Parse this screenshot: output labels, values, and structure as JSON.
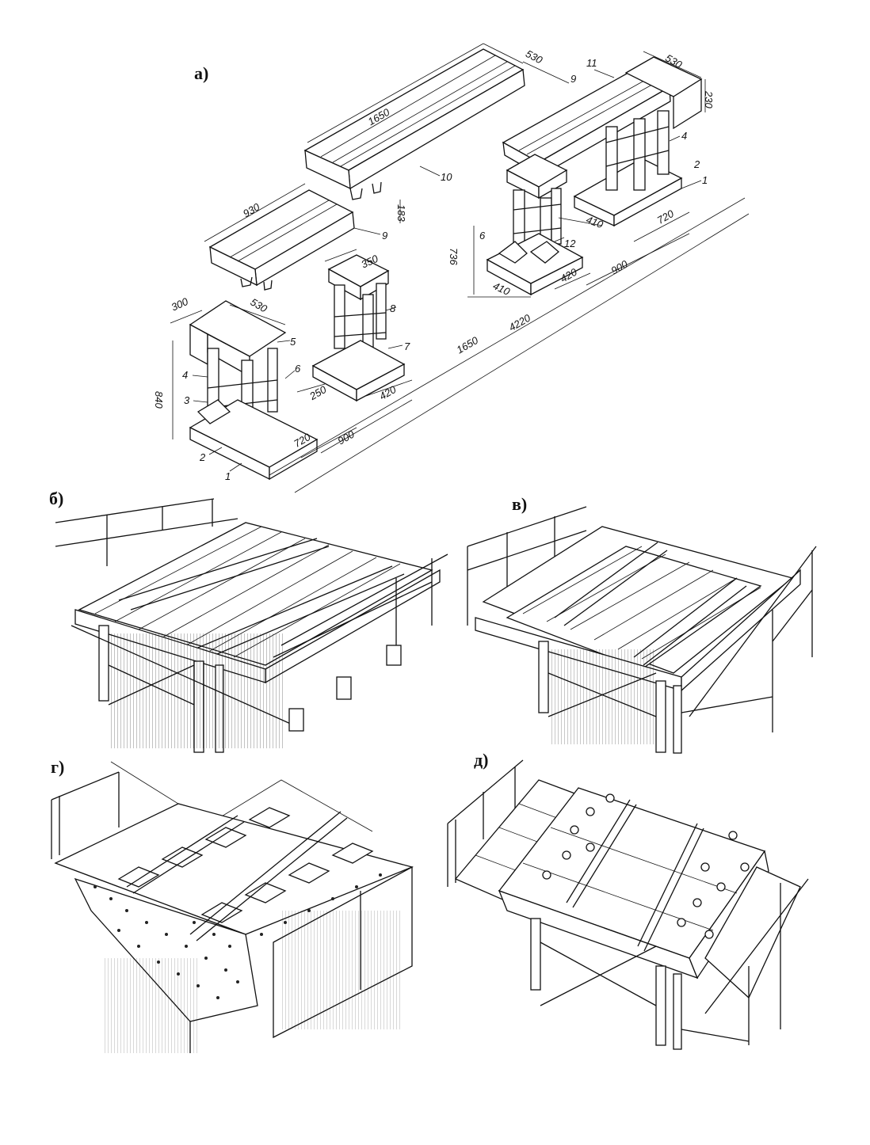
{
  "panels": {
    "a": "а)",
    "b": "б)",
    "v": "в)",
    "g": "г)",
    "d": "д)"
  },
  "dimensions": {
    "d530_top": "530",
    "d530_right": "530",
    "d230": "230",
    "d1650_top": "1650",
    "d183": "183",
    "d930": "930",
    "d350": "350",
    "d736": "736",
    "d410_right_top": "410",
    "d720_right": "720",
    "d900_right": "900",
    "d420_right": "420",
    "d410_right_bottom": "410",
    "d300": "300",
    "d530_left": "530",
    "d840": "840",
    "d250": "250",
    "d420_mid": "420",
    "d1650_bottom": "1650",
    "d4220": "4220",
    "d900_left": "900",
    "d720_left": "720"
  },
  "part_numbers": {
    "n11": "11",
    "n9_top": "9",
    "n4_right": "4",
    "n2_right": "2",
    "n1_right": "1",
    "n10": "10",
    "n9_left": "9",
    "n6_right": "6",
    "n12": "12",
    "n8": "8",
    "n7": "7",
    "n5": "5",
    "n4_left": "4",
    "n3": "3",
    "n6_left": "6",
    "n2_left": "2",
    "n1_left": "1"
  }
}
